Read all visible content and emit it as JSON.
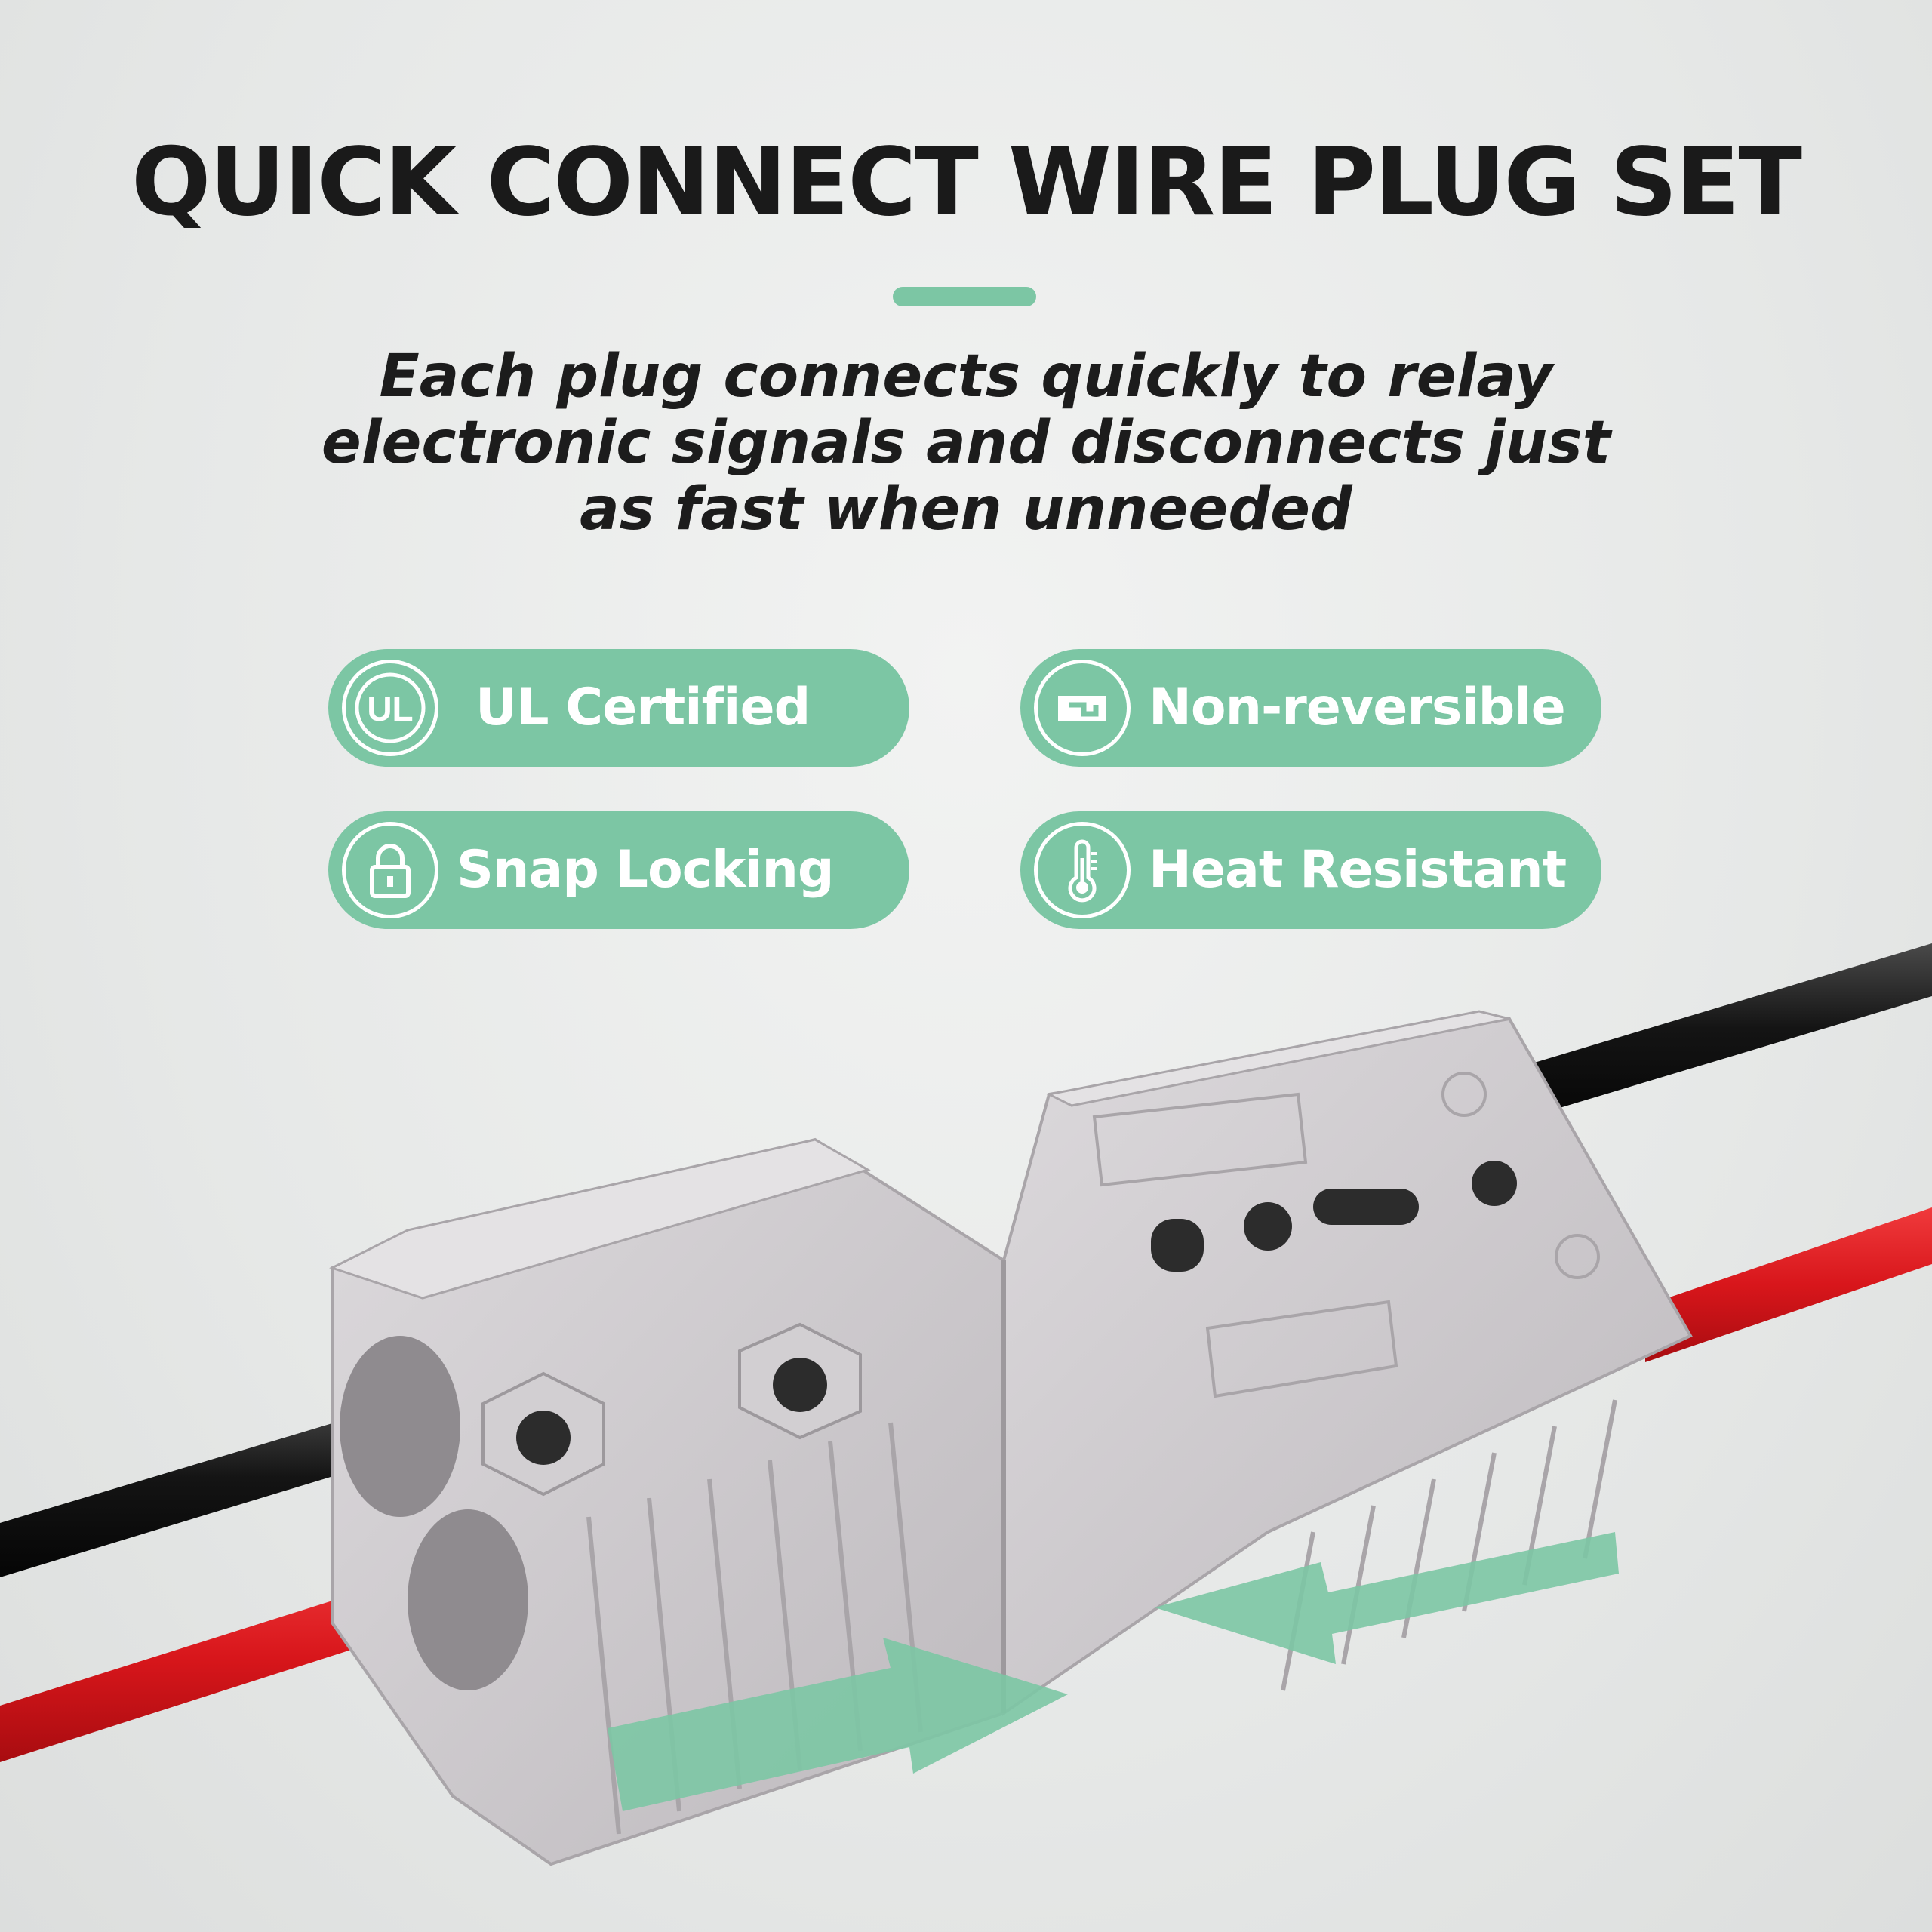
{
  "title": "QUICK CONNECT WIRE PLUG SET",
  "subtitle": {
    "line1": "Each plug connects quickly to relay",
    "line2": "electronic signals and disconnects just",
    "line3": "as fast when unneeded"
  },
  "features": [
    {
      "label": "UL Certified",
      "icon": "ul-logo-icon",
      "badge_text": "UL"
    },
    {
      "label": "Non-reversible",
      "icon": "non-reversible-icon"
    },
    {
      "label": "Snap Locking",
      "icon": "padlock-icon"
    },
    {
      "label": "Heat Resistant",
      "icon": "thermometer-icon"
    }
  ],
  "colors": {
    "accent": "#7cc6a4",
    "title_text": "#1a1a1a",
    "housing_gray": "#c9c6c9",
    "wire_red": "#d8161b",
    "wire_black": "#141414"
  },
  "product_image": {
    "description_icons": [
      "connector-housing",
      "red-wire",
      "black-wire",
      "arrow-right",
      "arrow-left"
    ]
  }
}
